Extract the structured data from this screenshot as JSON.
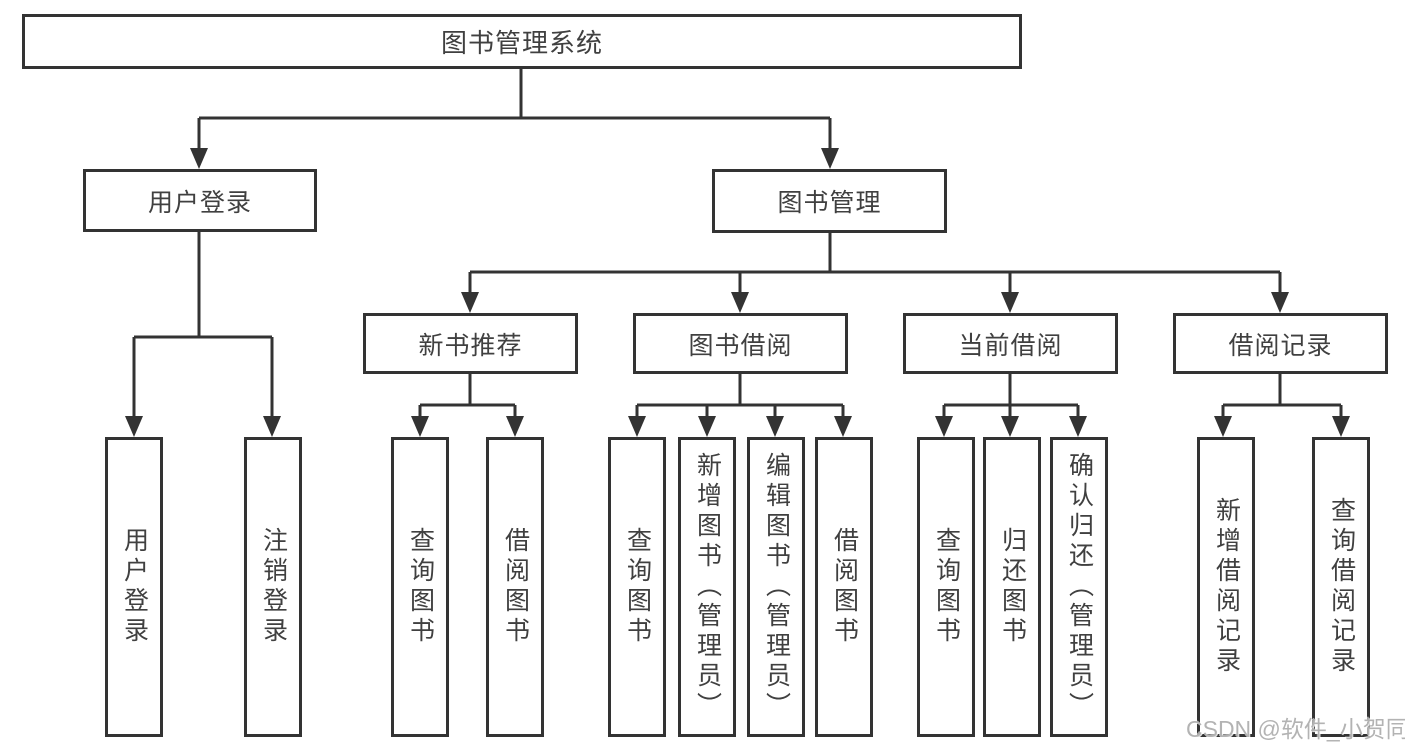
{
  "colors": {
    "line": "#333333",
    "text": "#404040",
    "watermark": "#b3b3b3",
    "background": "#ffffff"
  },
  "watermark": {
    "text": "CSDN @软件_小贺同学"
  },
  "tree": {
    "root": {
      "label": "图书管理系统"
    },
    "login": {
      "label": "用户登录",
      "children": [
        {
          "label": "用户登录"
        },
        {
          "label": "注销登录"
        }
      ]
    },
    "management": {
      "label": "图书管理",
      "sections": [
        {
          "label": "新书推荐",
          "children": [
            {
              "label": "查询图书"
            },
            {
              "label": "借阅图书"
            }
          ]
        },
        {
          "label": "图书借阅",
          "children": [
            {
              "label": "查询图书"
            },
            {
              "label": "新增图书（管理员）"
            },
            {
              "label": "编辑图书（管理员）"
            },
            {
              "label": "借阅图书"
            }
          ]
        },
        {
          "label": "当前借阅",
          "children": [
            {
              "label": "查询图书"
            },
            {
              "label": "归还图书"
            },
            {
              "label": "确认归还（管理员）"
            }
          ]
        },
        {
          "label": "借阅记录",
          "children": [
            {
              "label": "新增借阅记录"
            },
            {
              "label": "查询借阅记录"
            }
          ]
        }
      ]
    }
  }
}
